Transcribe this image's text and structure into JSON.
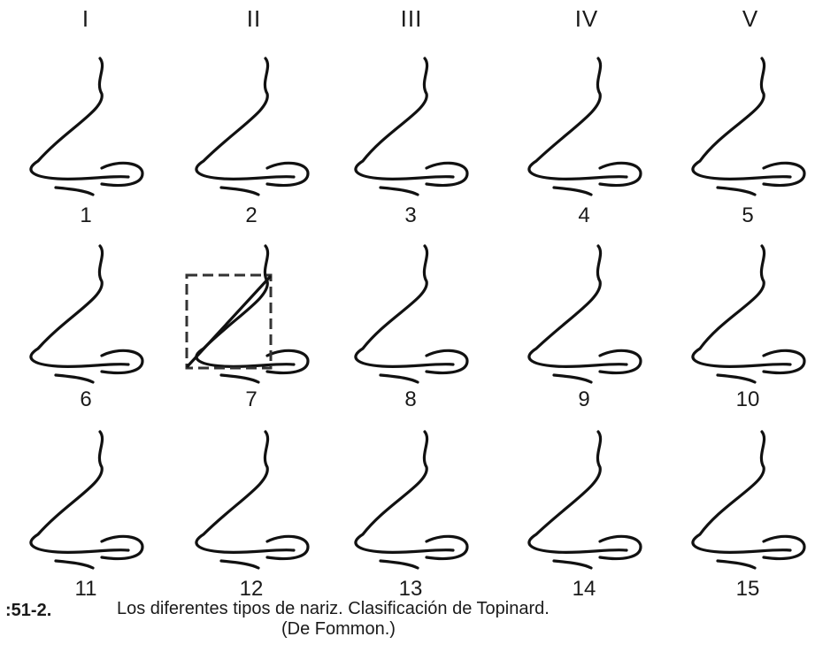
{
  "columns": [
    "I",
    "II",
    "III",
    "IV",
    "V"
  ],
  "profiles": [
    {
      "label": "1"
    },
    {
      "label": "2"
    },
    {
      "label": "3"
    },
    {
      "label": "4"
    },
    {
      "label": "5"
    },
    {
      "label": "6"
    },
    {
      "label": "7"
    },
    {
      "label": "8"
    },
    {
      "label": "9"
    },
    {
      "label": "10"
    },
    {
      "label": "11"
    },
    {
      "label": "12"
    },
    {
      "label": "13"
    },
    {
      "label": "14"
    },
    {
      "label": "15"
    }
  ],
  "caption": {
    "figure_number": ":51-2.",
    "text": "Los diferentes tipos de nariz. Clasificación de Topinard.",
    "source": "(De Fommon.)"
  }
}
